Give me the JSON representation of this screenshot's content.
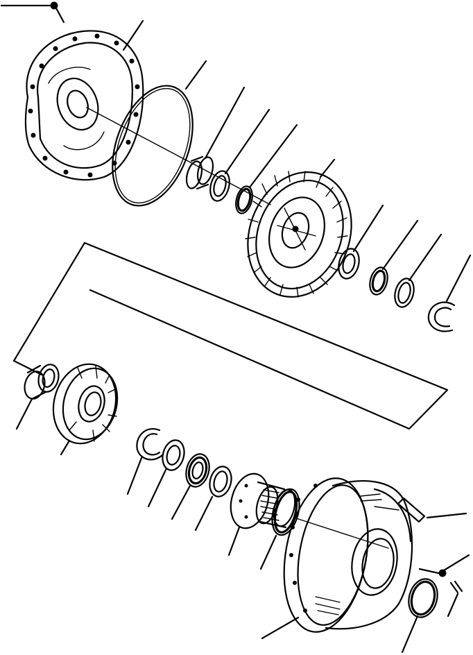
{
  "diagram": {
    "kind": "exploded-view parts diagram",
    "line_color": "#000000",
    "background": "#ffffff",
    "components": [
      "turbine-cover-with-bolt",
      "o-ring",
      "bearing",
      "spacer-ring",
      "snap-ring",
      "turbine",
      "thrust-washer",
      "snap-ring-small",
      "spacer-washer",
      "retaining-ring",
      "bearing-lower",
      "stator",
      "snap-ring-lower",
      "washer",
      "thrust-bearing",
      "washer-2",
      "stator-hub",
      "seal-ring",
      "pump-housing",
      "bolt",
      "plug",
      "seal-ring-large"
    ]
  }
}
